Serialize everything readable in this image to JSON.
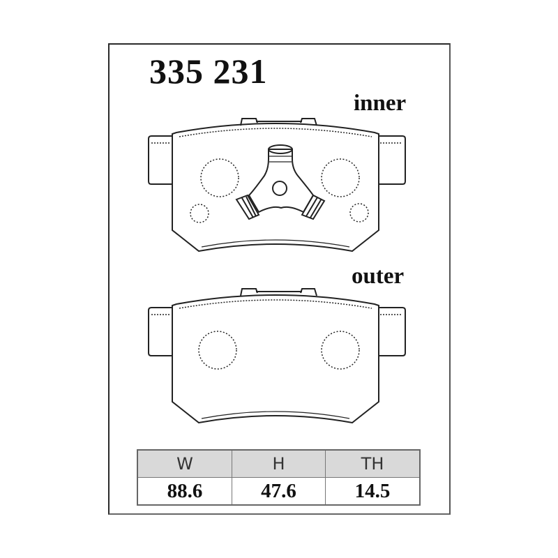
{
  "part_number": "335 231",
  "pads": [
    {
      "label": "inner",
      "features": [
        "two large dotted circles",
        "two small dotted circles",
        "three-arm center clip"
      ]
    },
    {
      "label": "outer",
      "features": [
        "two large dotted circles"
      ]
    }
  ],
  "dimensions": {
    "headers": [
      "W",
      "H",
      "TH"
    ],
    "values": [
      "88.6",
      "47.6",
      "14.5"
    ]
  },
  "colors": {
    "line": "#222222",
    "header_bg": "#d9d9d9",
    "frame": "#2a2a2a"
  }
}
